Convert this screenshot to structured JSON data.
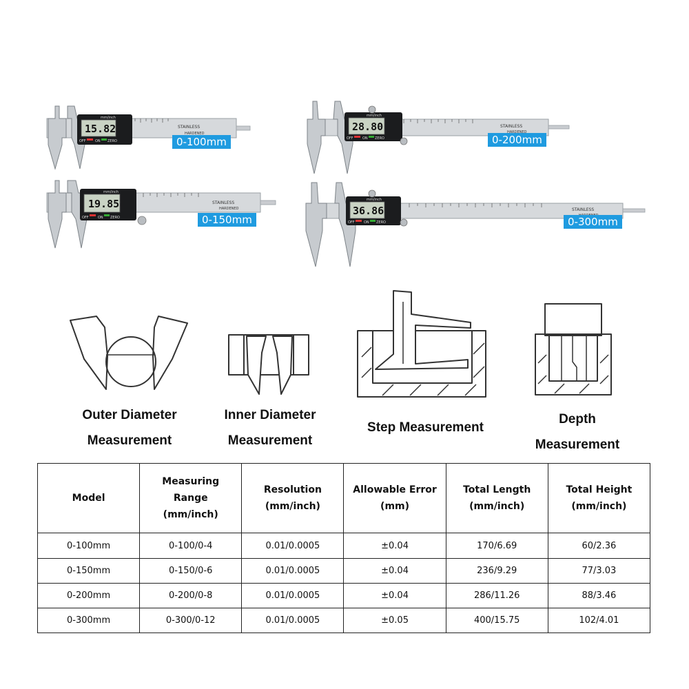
{
  "calipers": [
    {
      "reading": "15.82",
      "range_tag": "0-100mm",
      "units_label": "mm/inch",
      "brand_text": "STAINLESS",
      "brand_text2": "HARDENED",
      "btn_off": "OFF",
      "btn_on": "ON",
      "btn_zero": "ZERO"
    },
    {
      "reading": "19.85",
      "range_tag": "0-150mm",
      "units_label": "mm/inch",
      "brand_text": "STAINLESS",
      "brand_text2": "HARDENED",
      "btn_off": "OFF",
      "btn_on": "ON",
      "btn_zero": "ZERO"
    },
    {
      "reading": "28.80",
      "range_tag": "0-200mm",
      "units_label": "mm/inch",
      "brand_text": "STAINLESS",
      "brand_text2": "HARDENED",
      "btn_off": "OFF",
      "btn_on": "ON",
      "btn_zero": "ZERO"
    },
    {
      "reading": "36.86",
      "range_tag": "0-300mm",
      "units_label": "mm/inch",
      "brand_text": "STAINLESS",
      "brand_text2": "HARDENED",
      "btn_off": "OFF",
      "btn_on": "ON",
      "btn_zero": "ZERO"
    }
  ],
  "measurements": [
    {
      "line1": "Outer Diameter",
      "line2": "Measurement"
    },
    {
      "line1": "Inner Diameter",
      "line2": "Measurement"
    },
    {
      "line1": "Step Measurement",
      "line2": ""
    },
    {
      "line1": "Depth",
      "line2": "Measurement"
    }
  ],
  "table": {
    "headers": [
      {
        "line1": "Model",
        "line2": "",
        "line3": ""
      },
      {
        "line1": "Measuring",
        "line2": "Range",
        "line3": "(mm/inch)"
      },
      {
        "line1": "Resolution",
        "line2": "(mm/inch)",
        "line3": ""
      },
      {
        "line1": "Allowable Error",
        "line2": "(mm)",
        "line3": ""
      },
      {
        "line1": "Total Length",
        "line2": "(mm/inch)",
        "line3": ""
      },
      {
        "line1": "Total Height",
        "line2": "(mm/inch)",
        "line3": ""
      }
    ],
    "rows": [
      [
        "0-100mm",
        "0-100/0-4",
        "0.01/0.0005",
        "±0.04",
        "170/6.69",
        "60/2.36"
      ],
      [
        "0-150mm",
        "0-150/0-6",
        "0.01/0.0005",
        "±0.04",
        "236/9.29",
        "77/3.03"
      ],
      [
        "0-200mm",
        "0-200/0-8",
        "0.01/0.0005",
        "±0.04",
        "286/11.26",
        "88/3.46"
      ],
      [
        "0-300mm",
        "0-300/0-12",
        "0.01/0.0005",
        "±0.05",
        "400/15.75",
        "102/4.01"
      ]
    ]
  },
  "colors": {
    "tag_blue": "#1f9be0",
    "lcd_green": "#c9d3c4",
    "steel": "#d4d7da"
  }
}
